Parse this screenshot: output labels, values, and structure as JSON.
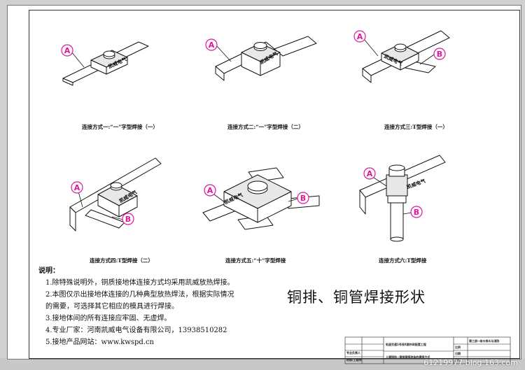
{
  "captions": [
    "连接方式一:“一”字型焊接（一）",
    "连接方式二:“一”字型焊接（二）",
    "连接方式三:T型焊接（一）",
    "连接方式四:T型焊接（二）",
    "连接方式五:“十”字型焊接",
    "连接方式六:T型焊接"
  ],
  "labels": {
    "a": "A",
    "b": "B"
  },
  "stamp_text": "凯威电气",
  "notes": {
    "heading": "说明：",
    "lines": [
      "1.除特殊说明外，铜质接地体连接方式均采用凯威放热焊接。",
      "2.本图仅示出接地体连接的几种典型放热焊法，根据实际情况",
      "的需要，可选择其它相应的模具进行焊接。",
      "3.接地体间的所有连接应牢固、无虚焊。",
      "4.专业厂家：河南凯威电气设备有限公司，13938510282",
      "5.接地产品网站：www.kwspd.cn"
    ]
  },
  "main_title": "铜排、铜管焊接形状",
  "title_block": {
    "project": "轨道交通1号线X期市政配套工程",
    "drawing": "土建接地--铜排铜接地体的焊接方式",
    "row1": "专业负责人",
    "row2": "校核/工程师",
    "right_top": "第三册--给水排水与消防",
    "right_r1": "比例",
    "right_r2": "日期",
    "right_r3": "图号"
  },
  "watermark": "61219977.blog.163.com"
}
